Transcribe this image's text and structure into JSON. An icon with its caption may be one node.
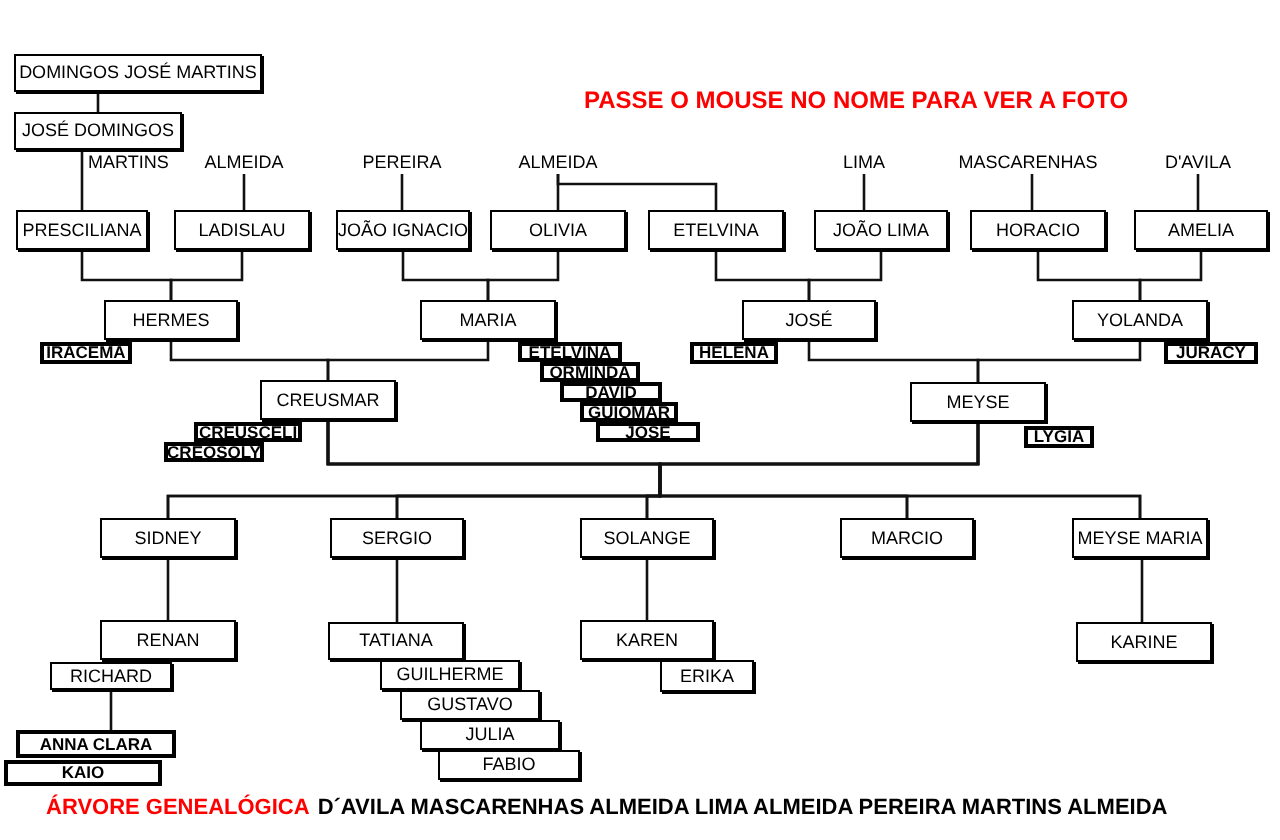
{
  "diagram": {
    "nodes": [
      {
        "text": [
          "DOMINGOS JOSÉ MARTINS"
        ]
      },
      {
        "text": [
          "JOSÉ DOMINGOS"
        ]
      },
      {
        "text": [
          "ALMEIDA"
        ]
      },
      {
        "text": [
          "PEREIRA"
        ]
      },
      {
        "text": [
          "ALMEIDA"
        ]
      },
      {
        "text": [
          "LIMA"
        ]
      },
      {
        "text": [
          "MASCARENHAS"
        ]
      },
      {
        "text": [
          "D'AVILA"
        ]
      },
      {
        "text": [
          "PRESCILIANA"
        ]
      },
      {
        "text": [
          "LADISLAU"
        ]
      },
      {
        "text": [
          "JOÃO IGNACIO"
        ]
      },
      {
        "text": [
          "OLIVIA"
        ]
      },
      {
        "text": [
          "ETELVINA"
        ]
      },
      {
        "text": [
          "JOÃO LIMA"
        ]
      },
      {
        "text": [
          "HORACIO"
        ]
      },
      {
        "text": [
          "AMELIA"
        ]
      },
      {
        "text": [
          "HERMES"
        ]
      },
      {
        "text": [
          "MARIA"
        ]
      },
      {
        "text": [
          "JOSÉ"
        ]
      },
      {
        "text": [
          "YOLANDA"
        ]
      },
      {
        "text": [
          "IRACEMA"
        ]
      },
      {
        "text": [
          "ETELVINA"
        ]
      },
      {
        "text": [
          "ORMINDA"
        ]
      },
      {
        "text": [
          "DAVID"
        ]
      },
      {
        "text": [
          "GUIOMAR"
        ]
      },
      {
        "text": [
          "JOSE"
        ]
      },
      {
        "text": [
          "HELENA"
        ]
      },
      {
        "text": [
          "JURACY"
        ]
      },
      {
        "text": [
          "CREUSMAR"
        ]
      },
      {
        "text": [
          "MEYSE"
        ]
      },
      {
        "text": [
          "CREUSCELI"
        ]
      },
      {
        "text": [
          "CREOSOLY"
        ]
      },
      {
        "text": [
          "LYGIA"
        ]
      },
      {
        "text": [
          "SIDNEY"
        ]
      },
      {
        "text": [
          "SERGIO"
        ]
      },
      {
        "text": [
          "SOLANGE"
        ]
      },
      {
        "text": [
          "MARCIO"
        ]
      },
      {
        "text": [
          "MEYSE MARIA"
        ]
      },
      {
        "text": [
          "RENAN"
        ]
      },
      {
        "text": [
          "RICHARD"
        ]
      },
      {
        "text": [
          "ANNA CLARA"
        ]
      },
      {
        "text": [
          "KAIO"
        ]
      },
      {
        "text": [
          "TATIANA"
        ]
      },
      {
        "text": [
          "GUILHERME"
        ]
      },
      {
        "text": [
          "GUSTAVO"
        ]
      },
      {
        "text": [
          "JULIA"
        ]
      },
      {
        "text": [
          "FABIO"
        ]
      },
      {
        "text": [
          "KAREN"
        ]
      },
      {
        "text": [
          "ERIKA"
        ]
      },
      {
        "text": [
          "KARINE"
        ]
      }
    ],
    "edges": [
      {
        "from": 0,
        "to": 1,
        "arrow": "none"
      },
      {
        "from": 1,
        "to": 8,
        "arrow": "none",
        "label": "MARTINS"
      },
      {
        "from": 2,
        "to": 9,
        "arrow": "none"
      },
      {
        "from": 3,
        "to": 10,
        "arrow": "none"
      },
      {
        "from": 4,
        "to": 11,
        "arrow": "none"
      },
      {
        "from": 4,
        "to": 12,
        "arrow": "none"
      },
      {
        "from": 5,
        "to": 13,
        "arrow": "none"
      },
      {
        "from": 6,
        "to": 14,
        "arrow": "none"
      },
      {
        "from": 7,
        "to": 15,
        "arrow": "none"
      },
      {
        "from": 8,
        "to": 16,
        "arrow": "none"
      },
      {
        "from": 9,
        "to": 16,
        "arrow": "none"
      },
      {
        "from": 10,
        "to": 17,
        "arrow": "none"
      },
      {
        "from": 11,
        "to": 17,
        "arrow": "none"
      },
      {
        "from": 12,
        "to": 18,
        "arrow": "none"
      },
      {
        "from": 13,
        "to": 18,
        "arrow": "none"
      },
      {
        "from": 14,
        "to": 19,
        "arrow": "none"
      },
      {
        "from": 15,
        "to": 19,
        "arrow": "none"
      },
      {
        "from": 16,
        "to": 28,
        "arrow": "none"
      },
      {
        "from": 17,
        "to": 28,
        "arrow": "none"
      },
      {
        "from": 18,
        "to": 29,
        "arrow": "none"
      },
      {
        "from": 19,
        "to": 29,
        "arrow": "none"
      },
      {
        "from": 28,
        "to": 33,
        "arrow": "none"
      },
      {
        "from": 28,
        "to": 34,
        "arrow": "none"
      },
      {
        "from": 28,
        "to": 35,
        "arrow": "none"
      },
      {
        "from": 28,
        "to": 36,
        "arrow": "none"
      },
      {
        "from": 28,
        "to": 37,
        "arrow": "none"
      },
      {
        "from": 29,
        "to": 33,
        "arrow": "none"
      },
      {
        "from": 29,
        "to": 34,
        "arrow": "none"
      },
      {
        "from": 29,
        "to": 35,
        "arrow": "none"
      },
      {
        "from": 29,
        "to": 36,
        "arrow": "none"
      },
      {
        "from": 29,
        "to": 37,
        "arrow": "none"
      },
      {
        "from": 33,
        "to": 38,
        "arrow": "none"
      },
      {
        "from": 34,
        "to": 42,
        "arrow": "none"
      },
      {
        "from": 35,
        "to": 47,
        "arrow": "none"
      },
      {
        "from": 37,
        "to": 49,
        "arrow": "none"
      },
      {
        "from": 39,
        "to": 40,
        "arrow": "none"
      }
    ],
    "labels": [
      "PASSE O MOUSE NO NOME PARA VER A FOTO",
      "ÁRVORE GENEALÓGICA",
      "D´AVILA MASCARENHAS ALMEIDA LIMA ALMEIDA PEREIRA MARTINS ALMEIDA"
    ]
  }
}
